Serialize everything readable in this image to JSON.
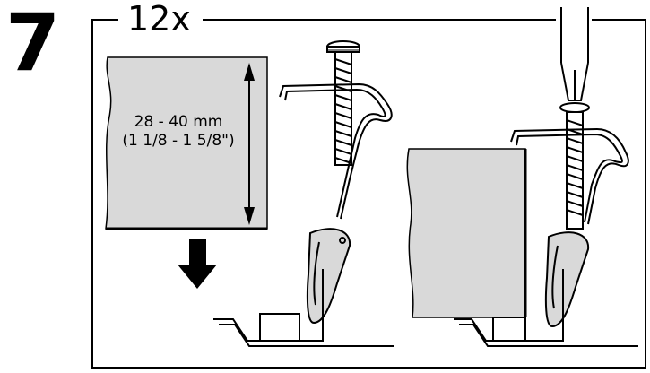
{
  "step": {
    "number": "7"
  },
  "quantity": {
    "label": "12x"
  },
  "dimension": {
    "metric": "28 - 40 mm",
    "imperial": "(1 1/8 - 1 5/8\")"
  },
  "colors": {
    "panel": "#d9d9d9",
    "line": "#000000",
    "background": "#ffffff"
  },
  "icons": [
    "down-arrow-icon",
    "screwdriver-icon",
    "screw-icon",
    "mounting-clip-icon",
    "double-arrow-icon"
  ]
}
